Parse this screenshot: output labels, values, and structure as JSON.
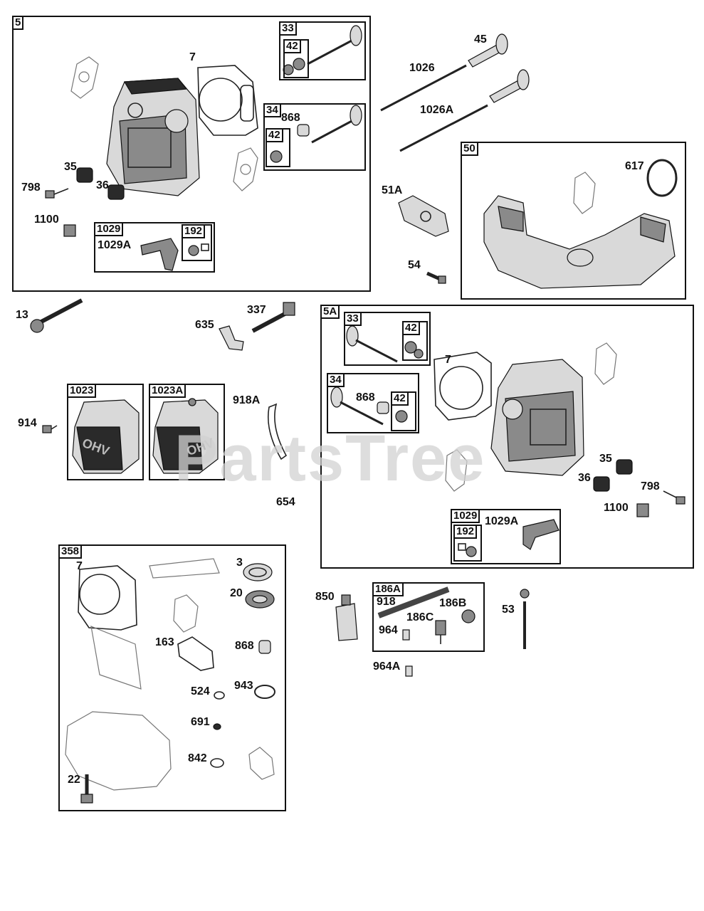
{
  "watermark": "PartsTree",
  "boxes": {
    "b5": "5",
    "b33": "33",
    "b42a": "42",
    "b34": "34",
    "b42b": "42",
    "b1029": "1029",
    "b192": "192",
    "b50": "50",
    "b5A": "5A",
    "b33s": "33",
    "b42s": "42",
    "b34s": "34",
    "b42t": "42",
    "b1029s": "1029",
    "b192s": "192",
    "b1023": "1023",
    "b1023A": "1023A",
    "b358": "358",
    "b186A": "186A"
  },
  "labels": {
    "l7a": "7",
    "l868a": "868",
    "l35a": "35",
    "l36a": "36",
    "l798a": "798",
    "l1100a": "1100",
    "l1029Aa": "1029A",
    "l45": "45",
    "l1026": "1026",
    "l1026A": "1026A",
    "l51A": "51A",
    "l54": "54",
    "l617": "617",
    "l13": "13",
    "l635": "635",
    "l337": "337",
    "l914": "914",
    "l918A": "918A",
    "l654": "654",
    "l7b": "7",
    "l868b": "868",
    "l35b": "35",
    "l36b": "36",
    "l798b": "798",
    "l1100b": "1100",
    "l1029Ab": "1029A",
    "l7c": "7",
    "l3": "3",
    "l20": "20",
    "l163": "163",
    "l868c": "868",
    "l524": "524",
    "l943": "943",
    "l691": "691",
    "l842": "842",
    "l22": "22",
    "l850": "850",
    "l918": "918",
    "l186B": "186B",
    "l186C": "186C",
    "l964": "964",
    "l964A": "964A",
    "l53": "53"
  },
  "covers": {
    "cover_text": "OHV"
  }
}
